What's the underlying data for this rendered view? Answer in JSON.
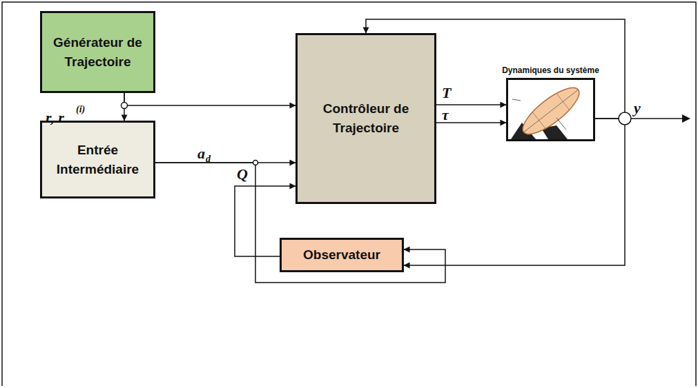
{
  "diagram": {
    "nodes": [
      {
        "text": [
          "Générateur de Trajectoire"
        ]
      },
      {
        "text": [
          "Entrée Intermédiaire"
        ]
      },
      {
        "text": [
          "Contrôleur de Trajectoire"
        ]
      },
      {
        "text": [
          "Dynamiques du système"
        ]
      },
      {
        "text": [
          "Observateur"
        ]
      }
    ],
    "edges": [
      {
        "from": 0,
        "to": 1,
        "arrow": "to"
      },
      {
        "from": 0,
        "to": 2,
        "arrow": "to"
      },
      {
        "from": 1,
        "to": 2,
        "arrow": "to"
      },
      {
        "from": 2,
        "to": 3,
        "label": "T",
        "arrow": "to"
      },
      {
        "from": 2,
        "to": 3,
        "label": "τ",
        "arrow": "to"
      },
      {
        "from": 3,
        "to": 2,
        "arrow": "to"
      },
      {
        "from": 3,
        "to": 4,
        "arrow": "to"
      },
      {
        "from": 1,
        "to": 4,
        "arrow": "to"
      },
      {
        "from": 4,
        "to": 2,
        "arrow": "to"
      }
    ],
    "labels": [
      "r, r",
      "(i)",
      "a",
      "d",
      "Q",
      "y"
    ]
  }
}
